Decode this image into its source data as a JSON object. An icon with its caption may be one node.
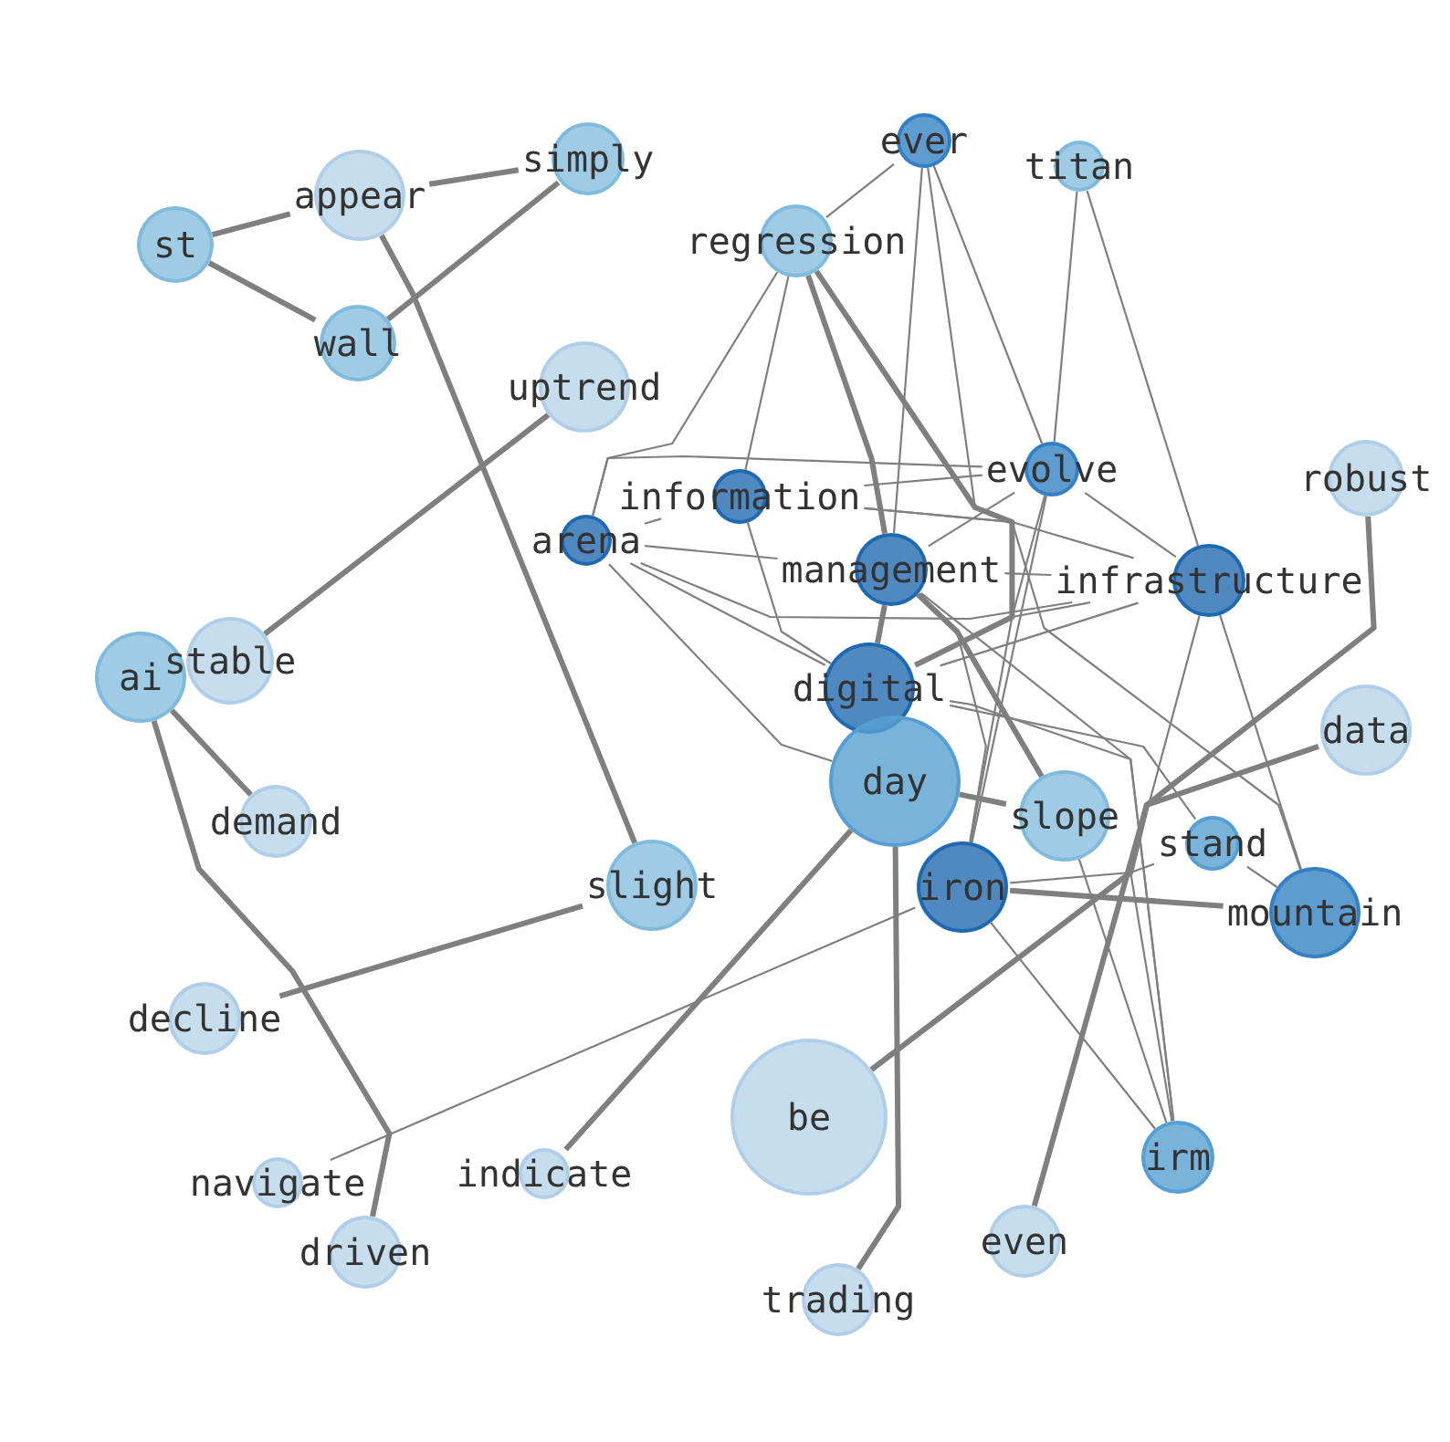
{
  "diagram": {
    "nodes": [
      {
        "text": [
          "ever"
        ]
      },
      {
        "text": [
          "titan"
        ]
      },
      {
        "text": [
          "simply"
        ]
      },
      {
        "text": [
          "appear"
        ]
      },
      {
        "text": [
          "regression"
        ]
      },
      {
        "text": [
          "st"
        ]
      },
      {
        "text": [
          "wall"
        ]
      },
      {
        "text": [
          "uptrend"
        ]
      },
      {
        "text": [
          "evolve"
        ]
      },
      {
        "text": [
          "information"
        ]
      },
      {
        "text": [
          "robust"
        ]
      },
      {
        "text": [
          "arena"
        ]
      },
      {
        "text": [
          "management"
        ]
      },
      {
        "text": [
          "infrastructure"
        ]
      },
      {
        "text": [
          "stable"
        ]
      },
      {
        "text": [
          "ai"
        ]
      },
      {
        "text": [
          "digital"
        ]
      },
      {
        "text": [
          "data"
        ]
      },
      {
        "text": [
          "day"
        ]
      },
      {
        "text": [
          "demand"
        ]
      },
      {
        "text": [
          "slope"
        ]
      },
      {
        "text": [
          "stand"
        ]
      },
      {
        "text": [
          "slight"
        ]
      },
      {
        "text": [
          "iron"
        ]
      },
      {
        "text": [
          "mountain"
        ]
      },
      {
        "text": [
          "decline"
        ]
      },
      {
        "text": [
          "be"
        ]
      },
      {
        "text": [
          "irm"
        ]
      },
      {
        "text": [
          "indicate"
        ]
      },
      {
        "text": [
          "navigate"
        ]
      },
      {
        "text": [
          "even"
        ]
      },
      {
        "text": [
          "driven"
        ]
      },
      {
        "text": [
          "trading"
        ]
      }
    ],
    "edges": [
      {
        "from": 5,
        "to": 3,
        "arrow": "none",
        "style": "thick"
      },
      {
        "from": 3,
        "to": 2,
        "arrow": "none",
        "style": "thick"
      },
      {
        "from": 5,
        "to": 6,
        "arrow": "none",
        "style": "thick"
      },
      {
        "from": 6,
        "to": 2,
        "arrow": "none",
        "style": "thick"
      },
      {
        "from": 3,
        "to": 22,
        "arrow": "none",
        "style": "thick"
      },
      {
        "from": 14,
        "to": 7,
        "arrow": "none",
        "style": "thick"
      },
      {
        "from": 15,
        "to": 19,
        "arrow": "none",
        "style": "thick"
      },
      {
        "from": 15,
        "to": 31,
        "arrow": "none",
        "style": "thick"
      },
      {
        "from": 22,
        "to": 25,
        "arrow": "none",
        "style": "thick"
      },
      {
        "from": 0,
        "to": 4,
        "arrow": "none"
      },
      {
        "from": 4,
        "to": 11,
        "arrow": "none"
      },
      {
        "from": 4,
        "to": 9,
        "arrow": "none"
      },
      {
        "from": 0,
        "to": 16,
        "arrow": "none"
      },
      {
        "from": 0,
        "to": 12,
        "arrow": "none"
      },
      {
        "from": 0,
        "to": 8,
        "arrow": "none"
      },
      {
        "from": 1,
        "to": 8,
        "arrow": "none"
      },
      {
        "from": 8,
        "to": 23,
        "arrow": "none"
      },
      {
        "from": 1,
        "to": 13,
        "arrow": "none"
      },
      {
        "from": 4,
        "to": 16,
        "arrow": "none",
        "style": "thick"
      },
      {
        "from": 4,
        "to": 12,
        "arrow": "none",
        "style": "thick"
      },
      {
        "from": 12,
        "to": 20,
        "arrow": "none",
        "style": "thick"
      },
      {
        "from": 8,
        "to": 9,
        "arrow": "none"
      },
      {
        "from": 8,
        "to": 11,
        "arrow": "none"
      },
      {
        "from": 8,
        "to": 13,
        "arrow": "none"
      },
      {
        "from": 8,
        "to": 16,
        "arrow": "none"
      },
      {
        "from": 8,
        "to": 12,
        "arrow": "none"
      },
      {
        "from": 9,
        "to": 11,
        "arrow": "none"
      },
      {
        "from": 9,
        "to": 13,
        "arrow": "none"
      },
      {
        "from": 9,
        "to": 16,
        "arrow": "none"
      },
      {
        "from": 9,
        "to": 24,
        "arrow": "none"
      },
      {
        "from": 11,
        "to": 12,
        "arrow": "none"
      },
      {
        "from": 11,
        "to": 13,
        "arrow": "none"
      },
      {
        "from": 11,
        "to": 18,
        "arrow": "none"
      },
      {
        "from": 11,
        "to": 16,
        "arrow": "none"
      },
      {
        "from": 12,
        "to": 13,
        "arrow": "none"
      },
      {
        "from": 12,
        "to": 16,
        "arrow": "none",
        "style": "thick"
      },
      {
        "from": 12,
        "to": 23,
        "arrow": "none"
      },
      {
        "from": 12,
        "to": 27,
        "arrow": "none"
      },
      {
        "from": 13,
        "to": 16,
        "arrow": "none"
      },
      {
        "from": 13,
        "to": 23,
        "arrow": "none"
      },
      {
        "from": 13,
        "to": 27,
        "arrow": "none"
      },
      {
        "from": 13,
        "to": 24,
        "arrow": "none"
      },
      {
        "from": 16,
        "to": 21,
        "arrow": "none"
      },
      {
        "from": 16,
        "to": 27,
        "arrow": "none"
      },
      {
        "from": 18,
        "to": 20,
        "arrow": "none",
        "style": "thick"
      },
      {
        "from": 18,
        "to": 28,
        "arrow": "none",
        "style": "thick"
      },
      {
        "from": 18,
        "to": 32,
        "arrow": "none",
        "style": "thick"
      },
      {
        "from": 20,
        "to": 27,
        "arrow": "none"
      },
      {
        "from": 23,
        "to": 24,
        "arrow": "none",
        "style": "thick"
      },
      {
        "from": 23,
        "to": 27,
        "arrow": "none"
      },
      {
        "from": 23,
        "to": 29,
        "arrow": "none"
      },
      {
        "from": 23,
        "to": 21,
        "arrow": "none"
      },
      {
        "from": 21,
        "to": 24,
        "arrow": "none"
      },
      {
        "from": 26,
        "to": 17,
        "arrow": "none",
        "style": "thick"
      },
      {
        "from": 30,
        "to": 10,
        "arrow": "none",
        "style": "thick"
      }
    ]
  }
}
